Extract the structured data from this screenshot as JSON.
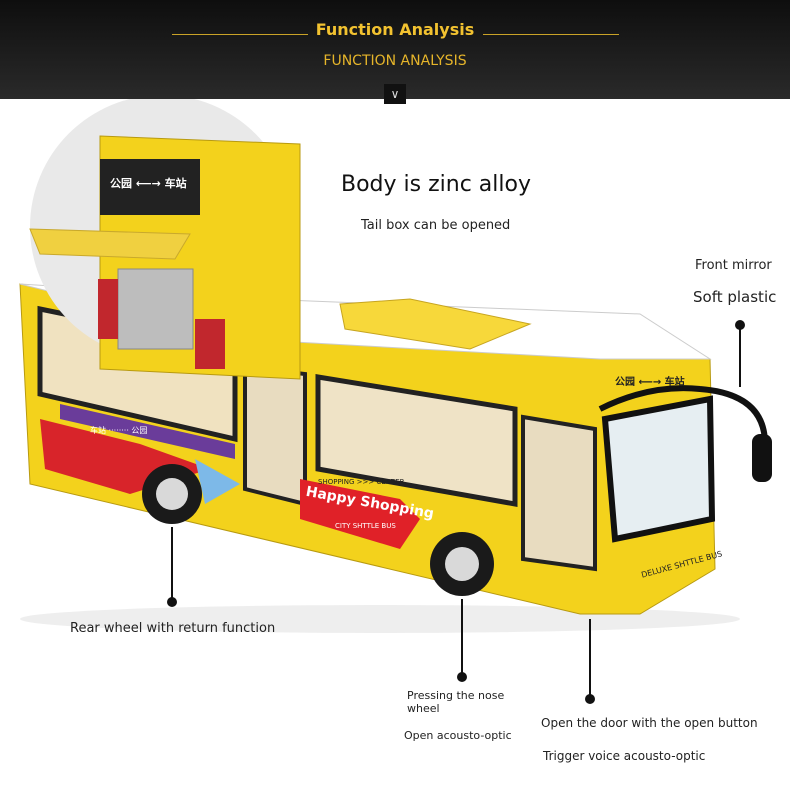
{
  "header": {
    "title": "Function Analysis",
    "subtitle": "FUNCTION ANALYSIS"
  },
  "callouts": {
    "body": "Body is zinc alloy",
    "tail_box": "Tail box can be opened",
    "front_mirror": "Front mirror",
    "soft_plastic": "Soft plastic",
    "rear_wheel": "Rear wheel with return function",
    "nose_wheel": "Pressing the nose wheel",
    "nose_effect": "Open acousto-optic",
    "door": "Open the door with the open button",
    "door_effect": "Trigger voice acousto-optic"
  },
  "bus": {
    "ad_main": "Happy Shopping",
    "ad_top": "SHOPPING >>> CENTER",
    "ad_sub": "CITY SHTTLE BUS",
    "front_plate": "DELUXE SHTTLE BUS",
    "sign_route": "公园 ⟵→ 车站",
    "side_sign": "车站 ········ 公园"
  },
  "colors": {
    "accent_gold": "#f2c230",
    "bus_yellow": "#f3d21c",
    "header_bg": "#1a1a1a"
  }
}
